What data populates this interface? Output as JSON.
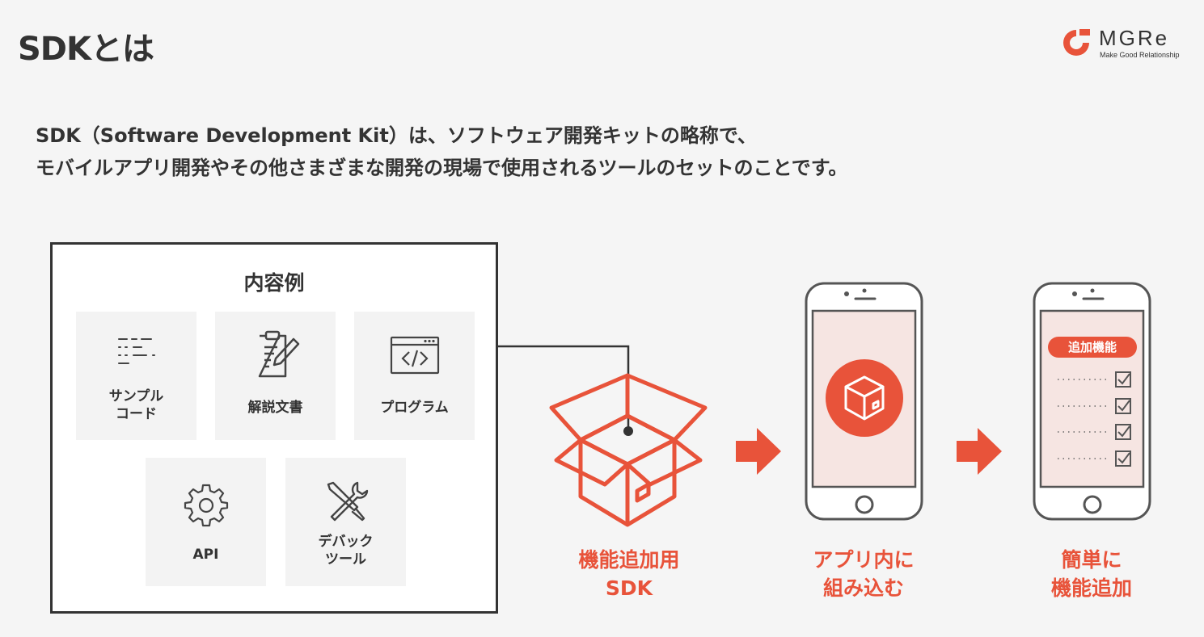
{
  "header": {
    "title": "SDKとは",
    "logo_text": "MGRe",
    "logo_tagline": "Make Good Relationship"
  },
  "description": {
    "line1": "SDK（Software Development Kit）は、ソフトウェア開発キットの略称で、",
    "line2": "モバイルアプリ開発やその他さまざまな開発の現場で使用されるツールのセットのことです。"
  },
  "contents_panel": {
    "title": "内容例",
    "items": [
      {
        "line1": "サンプル",
        "line2": "コード",
        "icon": "sample-code-icon"
      },
      {
        "line1": "解説文書",
        "line2": "",
        "icon": "document-icon"
      },
      {
        "line1": "プログラム",
        "line2": "",
        "icon": "program-icon"
      },
      {
        "line1": "API",
        "line2": "",
        "icon": "gear-icon"
      },
      {
        "line1": "デバック",
        "line2": "ツール",
        "icon": "tools-icon"
      }
    ]
  },
  "flow": {
    "step1": {
      "line1": "機能追加用",
      "line2": "SDK",
      "icon": "open-box-icon"
    },
    "step2": {
      "line1": "アプリ内に",
      "line2": "組み込む",
      "icon": "phone-box-icon"
    },
    "step3": {
      "line1": "簡単に",
      "line2": "機能追加",
      "icon": "phone-checklist-icon",
      "badge": "追加機能"
    }
  },
  "colors": {
    "accent": "#e8533a",
    "text": "#333333",
    "background": "#f5f5f5",
    "screen_tint": "#f6e5e2"
  }
}
